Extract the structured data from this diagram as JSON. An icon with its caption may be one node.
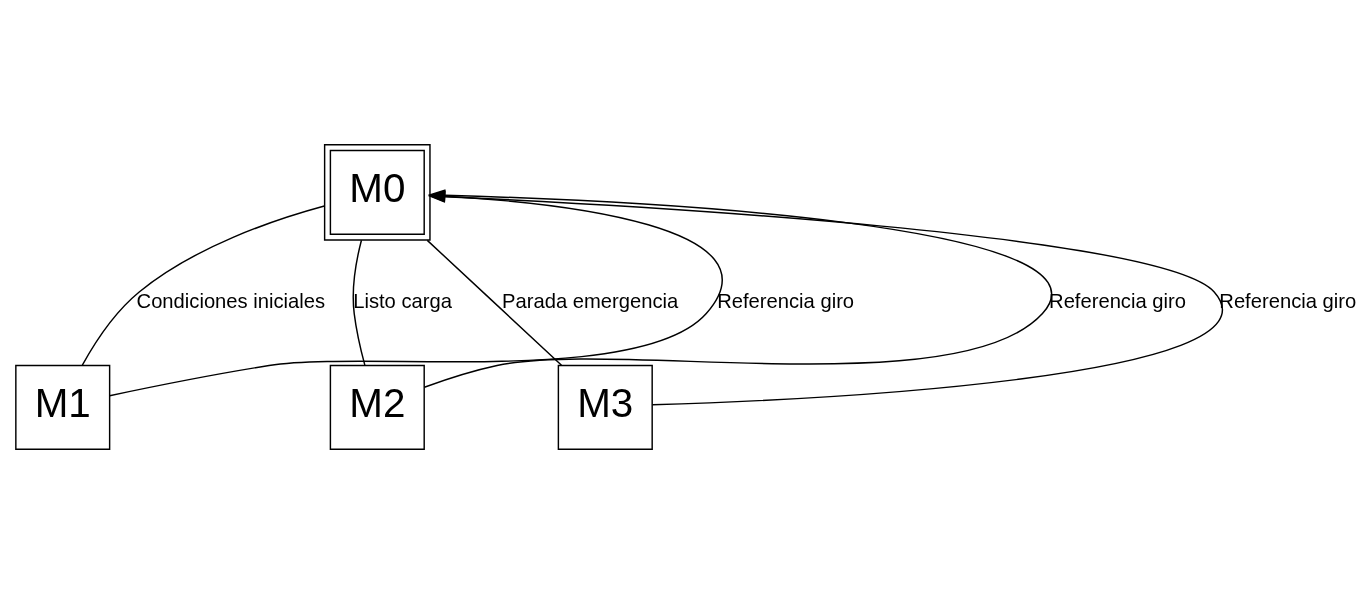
{
  "diagram": {
    "nodes": [
      {
        "text": [
          "M0"
        ]
      },
      {
        "text": [
          "M1"
        ]
      },
      {
        "text": [
          "M2"
        ]
      },
      {
        "text": [
          "M3"
        ]
      }
    ],
    "edges": [
      {
        "from": 0,
        "to": 1,
        "arrow": "none",
        "label": "Condiciones iniciales"
      },
      {
        "from": 0,
        "to": 2,
        "arrow": "none",
        "label": "Listo carga"
      },
      {
        "from": 0,
        "to": 3,
        "arrow": "none",
        "label": "Parada emergencia"
      },
      {
        "from": 1,
        "to": 0,
        "arrow": "to",
        "label": "Referencia giro"
      },
      {
        "from": 2,
        "to": 0,
        "arrow": "to",
        "label": "Referencia giro"
      },
      {
        "from": 3,
        "to": 0,
        "arrow": "to",
        "label": "Referencia giro"
      }
    ]
  }
}
